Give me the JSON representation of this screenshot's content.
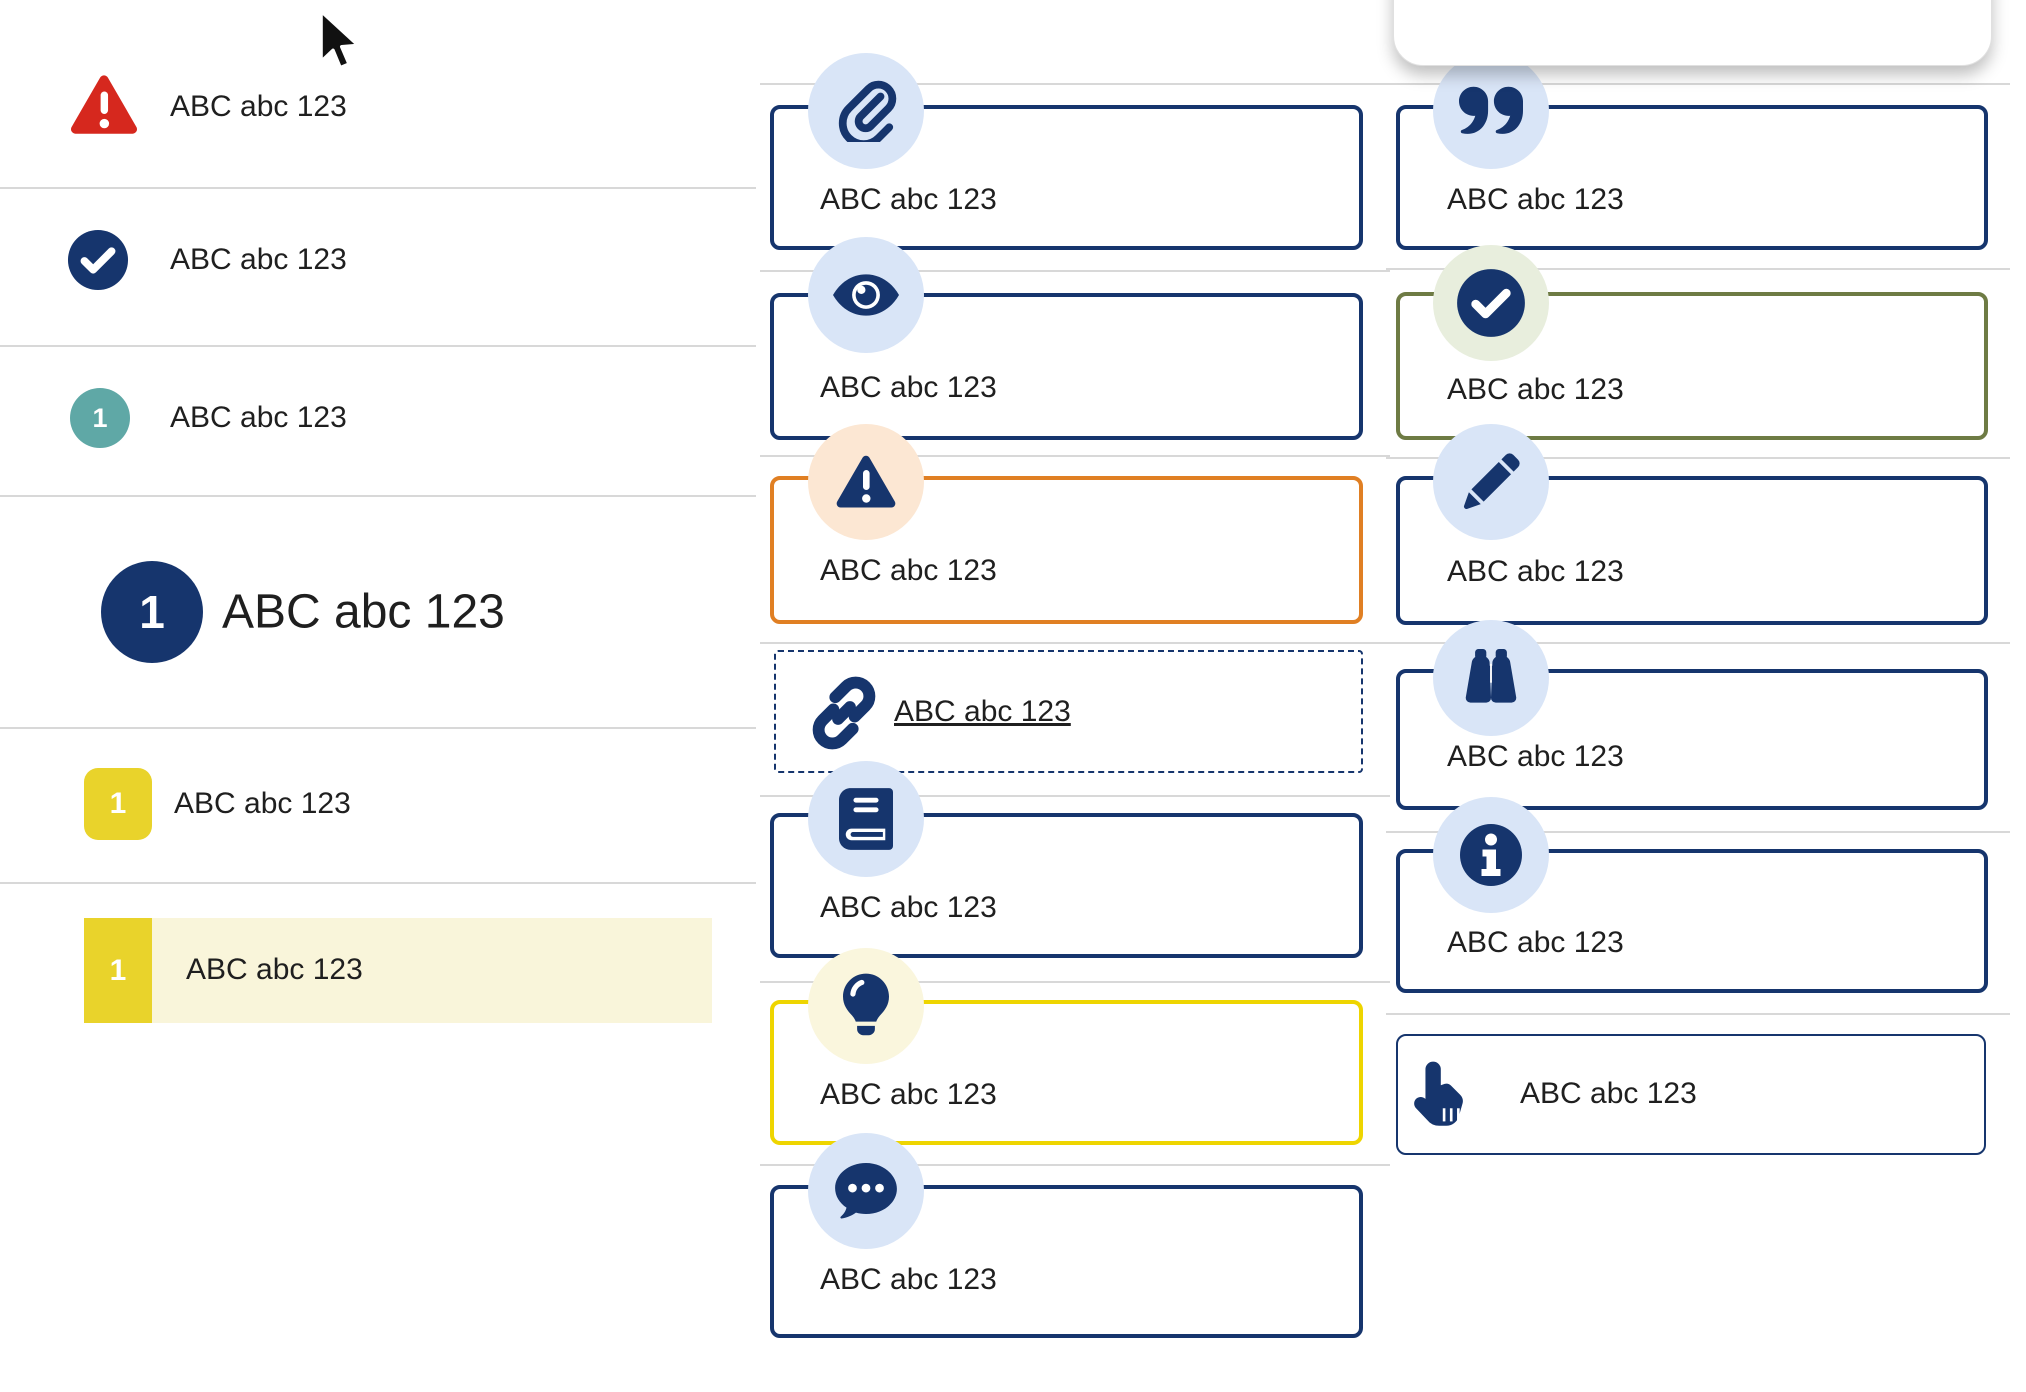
{
  "theme": {
    "navy": "#16356d",
    "light_blue": "#d9e5f7",
    "alert_red": "#d6281e",
    "teal": "#5fa8a6",
    "badge_yellow": "#e9d32b",
    "row_highlight": "#f9f5da",
    "orange": "#e07f23",
    "peach": "#fce7d3",
    "olive": "#6e7b44",
    "pale_green": "#e8eedd",
    "bulb_bg": "#faf6dd",
    "yellow_border": "#eed500",
    "divider_grey": "#d8d8d8",
    "text": "#1f1f1f"
  },
  "left_list": {
    "items": [
      {
        "icon": "warning-triangle-icon",
        "label": "ABC abc 123"
      },
      {
        "icon": "check-circle-icon",
        "label": "ABC abc 123"
      },
      {
        "icon": "number-badge-teal",
        "number": "1",
        "label": "ABC abc 123"
      },
      {
        "icon": "number-badge-navy-large",
        "number": "1",
        "label": "ABC abc 123"
      },
      {
        "icon": "number-badge-yellow-rounded",
        "number": "1",
        "label": "ABC abc 123"
      },
      {
        "icon": "number-badge-yellow-flag",
        "number": "1",
        "label": "ABC abc 123",
        "highlighted": true
      }
    ]
  },
  "middle_callouts": {
    "items": [
      {
        "icon": "paperclip-icon",
        "label": "ABC abc 123",
        "border": "navy"
      },
      {
        "icon": "eye-icon",
        "label": "ABC abc 123",
        "border": "navy"
      },
      {
        "icon": "warning-triangle-icon",
        "label": "ABC abc 123",
        "border": "orange"
      },
      {
        "icon": "link-icon",
        "label": "ABC abc 123",
        "border": "navy-dashed",
        "underlined": true
      },
      {
        "icon": "book-icon",
        "label": "ABC abc 123",
        "border": "navy"
      },
      {
        "icon": "lightbulb-icon",
        "label": "ABC abc 123",
        "border": "yellow"
      },
      {
        "icon": "chat-bubble-icon",
        "label": "ABC abc 123",
        "border": "navy"
      }
    ]
  },
  "right_callouts": {
    "items": [
      {
        "icon": "quote-icon",
        "label": "ABC abc 123",
        "border": "navy"
      },
      {
        "icon": "check-circle-icon",
        "label": "ABC abc 123",
        "border": "olive"
      },
      {
        "icon": "pencil-icon",
        "label": "ABC abc 123",
        "border": "navy"
      },
      {
        "icon": "binoculars-icon",
        "label": "ABC abc 123",
        "border": "navy"
      },
      {
        "icon": "info-icon",
        "label": "ABC abc 123",
        "border": "navy"
      },
      {
        "icon": "hand-point-up-icon",
        "label": "ABC abc 123",
        "border": "navy-thin"
      }
    ]
  }
}
